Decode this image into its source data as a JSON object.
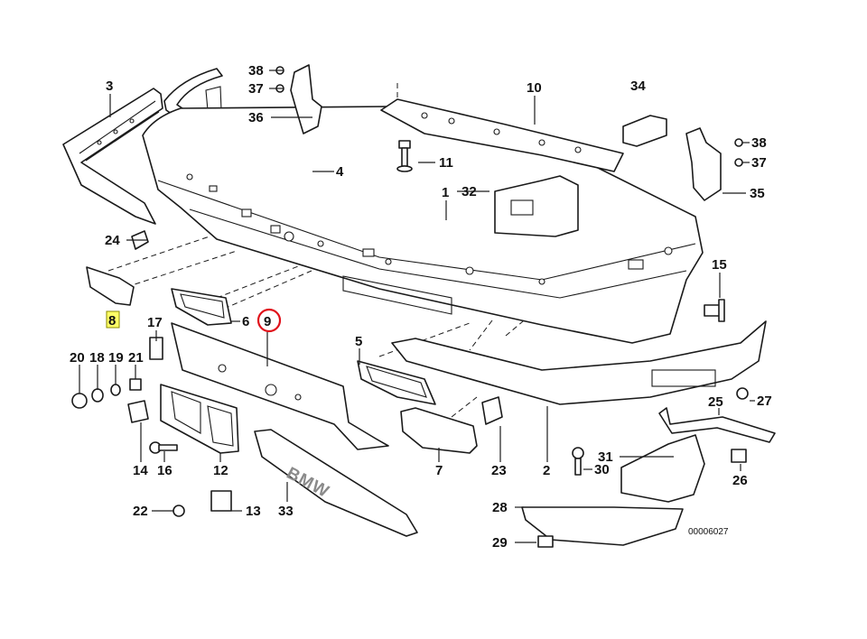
{
  "diagram": {
    "drawing_code": "00006027",
    "badge_text": "BMW",
    "highlighted_part": "9",
    "selected_part": "8",
    "callouts": [
      {
        "id": "c1",
        "label": "1"
      },
      {
        "id": "c2",
        "label": "2"
      },
      {
        "id": "c3",
        "label": "3"
      },
      {
        "id": "c4",
        "label": "4"
      },
      {
        "id": "c5",
        "label": "5"
      },
      {
        "id": "c6",
        "label": "6"
      },
      {
        "id": "c7",
        "label": "7"
      },
      {
        "id": "c8",
        "label": "8"
      },
      {
        "id": "c9",
        "label": "9"
      },
      {
        "id": "c10",
        "label": "10"
      },
      {
        "id": "c11",
        "label": "11"
      },
      {
        "id": "c12",
        "label": "12"
      },
      {
        "id": "c13",
        "label": "13"
      },
      {
        "id": "c14",
        "label": "14"
      },
      {
        "id": "c15",
        "label": "15"
      },
      {
        "id": "c16",
        "label": "16"
      },
      {
        "id": "c17",
        "label": "17"
      },
      {
        "id": "c18",
        "label": "18"
      },
      {
        "id": "c19",
        "label": "19"
      },
      {
        "id": "c20",
        "label": "20"
      },
      {
        "id": "c21",
        "label": "21"
      },
      {
        "id": "c22",
        "label": "22"
      },
      {
        "id": "c23",
        "label": "23"
      },
      {
        "id": "c24",
        "label": "24"
      },
      {
        "id": "c25",
        "label": "25"
      },
      {
        "id": "c26",
        "label": "26"
      },
      {
        "id": "c27",
        "label": "27"
      },
      {
        "id": "c28",
        "label": "28"
      },
      {
        "id": "c29",
        "label": "29"
      },
      {
        "id": "c30",
        "label": "30"
      },
      {
        "id": "c31",
        "label": "31"
      },
      {
        "id": "c32",
        "label": "32"
      },
      {
        "id": "c33",
        "label": "33"
      },
      {
        "id": "c34",
        "label": "34"
      },
      {
        "id": "c35",
        "label": "35"
      },
      {
        "id": "c36",
        "label": "36"
      },
      {
        "id": "c37a",
        "label": "37"
      },
      {
        "id": "c38a",
        "label": "38"
      },
      {
        "id": "c37b",
        "label": "37"
      },
      {
        "id": "c38b",
        "label": "38"
      }
    ]
  }
}
